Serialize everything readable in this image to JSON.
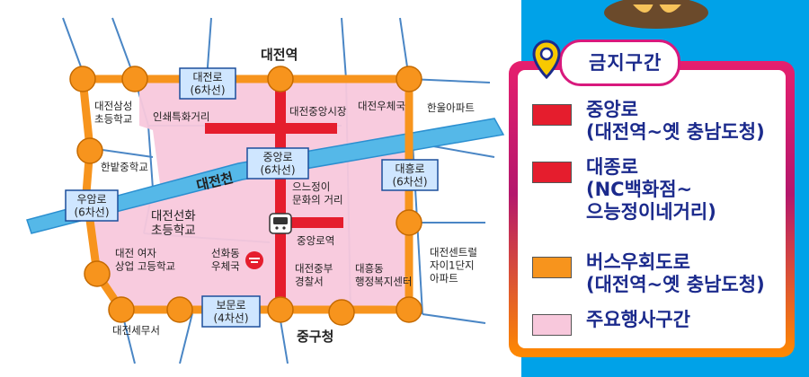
{
  "colors": {
    "background": "#00a2e8",
    "central_road": "#e51d2d",
    "bypass_road": "#f7941d",
    "event_zone": "#f8c8dc",
    "stream": "#55b8e8",
    "node": "#f7941d",
    "legend_text": "#1b2a8c"
  },
  "roads": {
    "daejeon_ro": "대전로\n(6차선)",
    "jungang_ro": "중앙로\n(6차선)",
    "woam_ro": "우암로\n(6차선)",
    "daeheung_ro": "대흥로\n(6차선)",
    "bomun_ro": "보문로\n(4차선)",
    "stream": "대전천"
  },
  "places": {
    "daejeon_station": "대전역",
    "samseong_school": "대전삼성\n초등학교",
    "printing_street": "인쇄특화거리",
    "jungang_market": "대전중앙시장",
    "post_office": "대전우체국",
    "hanul_apt": "한울아파트",
    "hanbat_middle": "한밭중학교",
    "eunhaengdong_street": "으느정이\n문화의 거리",
    "seonhwa_school": "대전선화\n초등학교",
    "girls_commercial": "대전 여자\n상업 고등학교",
    "jungangno_station": "중앙로역",
    "seonhwa_post": "선화동\n우체국",
    "jungbu_police": "대전중부\n경찰서",
    "daeheung_center": "대흥동\n행정복지센터",
    "central_apt": "대전센트럴\n자이1단지\n아파트",
    "tax_office": "대전세무서",
    "junggu_office": "중구청"
  },
  "legend": {
    "title": "금지구간",
    "items": [
      {
        "text": "중앙로\n(대전역~옛 충남도청)",
        "color": "#e51d2d"
      },
      {
        "text": "대종로\n(NC백화점~\n으능정이네거리)",
        "color": "#e51d2d"
      },
      {
        "text": "버스우회도로\n(대전역~옛 충남도청)",
        "color": "#f7941d"
      },
      {
        "text": "주요행사구간",
        "color": "#f8c8dc"
      }
    ]
  }
}
